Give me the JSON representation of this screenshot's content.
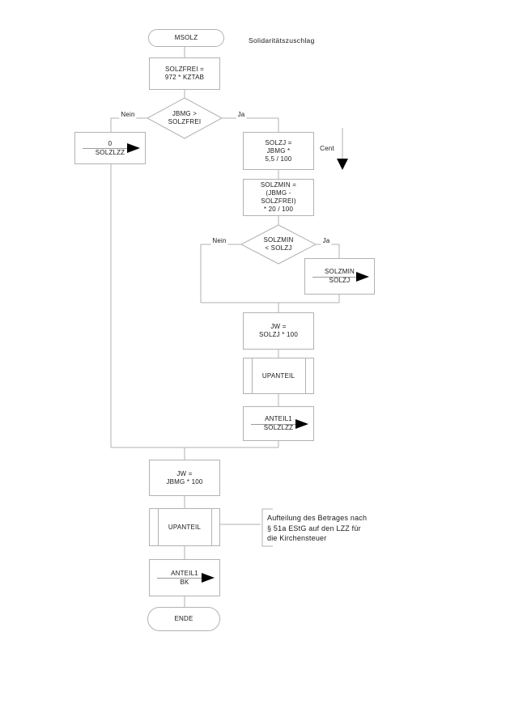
{
  "diagram": {
    "title": "Solidaritätszuschlag",
    "nodes": {
      "start": {
        "label": "MSOLZ"
      },
      "calc_solzfrei": {
        "label": "SOLZFREI =\n972 * KZTAB"
      },
      "decision_jbmg": {
        "label": "JBMG >\nSOLZFREI",
        "no": "Nein",
        "yes": "Ja"
      },
      "assign_zero": {
        "value": "0",
        "target": "SOLZLZZ"
      },
      "calc_solzj": {
        "label": "SOLZJ =\nJBMG *\n5,5 / 100"
      },
      "unit_note": "Cent",
      "calc_solzmin": {
        "label": "SOLZMIN =\n(JBMG -\nSOLZFREI)\n* 20 / 100"
      },
      "decision_solzmin": {
        "label": "SOLZMIN\n< SOLZJ",
        "no": "Nein",
        "yes": "Ja"
      },
      "assign_solzmin": {
        "value": "SOLZMIN",
        "target": "SOLZJ"
      },
      "calc_jw_solzj": {
        "label": "JW =\nSOLZJ * 100"
      },
      "subroutine_upanteil_1": {
        "label": "UPANTEIL"
      },
      "assign_anteil1_solzlzz": {
        "value": "ANTEIL1",
        "target": "SOLZLZZ"
      },
      "calc_jw_jbmg": {
        "label": "JW =\nJBMG * 100"
      },
      "subroutine_upanteil_2": {
        "label": "UPANTEIL"
      },
      "annotation": "Aufteilung des Betrages nach\n§ 51a EStG auf den LZZ für\ndie Kirchensteuer",
      "assign_anteil1_bk": {
        "value": "ANTEIL1",
        "target": "BK"
      },
      "end": {
        "label": "ENDE"
      }
    },
    "colors": {
      "line": "#b2b2b2",
      "text": "#1a1a1a",
      "arrow": "#000000"
    }
  }
}
